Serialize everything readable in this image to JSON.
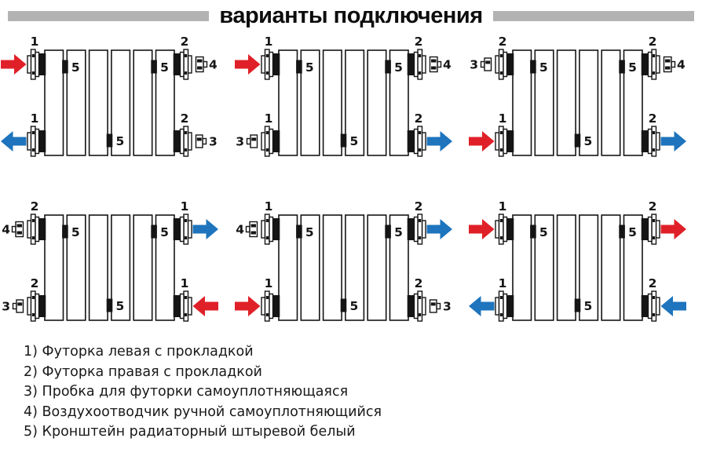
{
  "title": "варианты подключения",
  "colors": {
    "red": "#e02028",
    "blue": "#1e74bd",
    "rule_gray": "#b3b3b3",
    "ink": "#151515"
  },
  "legend": [
    {
      "num": "1)",
      "label": "Футорка левая с прокладкой"
    },
    {
      "num": "2)",
      "label": "Футорка правая с прокладкой"
    },
    {
      "num": "3)",
      "label": "Пробка для футорки самоуплотняющаяся"
    },
    {
      "num": "4)",
      "label": "Воздухоотводчик ручной самоуплотняющийся"
    },
    {
      "num": "5)",
      "label": "Кронштейн радиаторный штыревой белый"
    }
  ],
  "radiator": {
    "sections": 6,
    "bracket_label": "5",
    "bracket_positions": [
      "top-gap-1",
      "top-gap-5",
      "bottom-gap-3"
    ]
  },
  "diagrams": [
    {
      "name": "top-left",
      "corners": {
        "tl": {
          "label": "1",
          "attach": {
            "type": "arrow",
            "color": "red",
            "dir": "right"
          }
        },
        "tr": {
          "label": "2",
          "attach": {
            "type": "vent",
            "label": "4"
          }
        },
        "bl": {
          "label": "1",
          "attach": {
            "type": "arrow",
            "color": "blue",
            "dir": "left"
          }
        },
        "br": {
          "label": "2",
          "attach": {
            "type": "plug",
            "label": "3"
          }
        }
      }
    },
    {
      "name": "top-middle",
      "corners": {
        "tl": {
          "label": "1",
          "attach": {
            "type": "arrow",
            "color": "red",
            "dir": "right"
          }
        },
        "tr": {
          "label": "2",
          "attach": {
            "type": "vent",
            "label": "4"
          }
        },
        "bl": {
          "label": "1",
          "attach": {
            "type": "plug",
            "label": "3"
          }
        },
        "br": {
          "label": "2",
          "attach": {
            "type": "arrow",
            "color": "blue",
            "dir": "right"
          }
        }
      }
    },
    {
      "name": "top-right",
      "corners": {
        "tl": {
          "label": "2",
          "attach": {
            "type": "plug",
            "label": "3"
          }
        },
        "tr": {
          "label": "2",
          "attach": {
            "type": "vent",
            "label": "4"
          }
        },
        "bl": {
          "label": "1",
          "attach": {
            "type": "arrow",
            "color": "red",
            "dir": "right"
          }
        },
        "br": {
          "label": "2",
          "attach": {
            "type": "arrow",
            "color": "blue",
            "dir": "right"
          }
        }
      }
    },
    {
      "name": "bottom-left",
      "corners": {
        "tl": {
          "label": "2",
          "attach": {
            "type": "vent",
            "label": "4"
          }
        },
        "tr": {
          "label": "1",
          "attach": {
            "type": "arrow",
            "color": "blue",
            "dir": "right"
          }
        },
        "bl": {
          "label": "2",
          "attach": {
            "type": "plug",
            "label": "3"
          }
        },
        "br": {
          "label": "1",
          "attach": {
            "type": "arrow",
            "color": "red",
            "dir": "left"
          }
        }
      }
    },
    {
      "name": "bottom-middle",
      "corners": {
        "tl": {
          "label": "1",
          "attach": {
            "type": "vent",
            "label": "4"
          }
        },
        "tr": {
          "label": "2",
          "attach": {
            "type": "arrow",
            "color": "blue",
            "dir": "right"
          }
        },
        "bl": {
          "label": "1",
          "attach": {
            "type": "arrow",
            "color": "red",
            "dir": "right"
          }
        },
        "br": {
          "label": "2",
          "attach": {
            "type": "plug",
            "label": "3"
          }
        }
      }
    },
    {
      "name": "bottom-right",
      "corners": {
        "tl": {
          "label": "1",
          "attach": {
            "type": "arrow",
            "color": "red",
            "dir": "right"
          }
        },
        "tr": {
          "label": "2",
          "attach": {
            "type": "arrow",
            "color": "red",
            "dir": "right"
          }
        },
        "bl": {
          "label": "1",
          "attach": {
            "type": "arrow",
            "color": "blue",
            "dir": "left"
          }
        },
        "br": {
          "label": "2",
          "attach": {
            "type": "arrow",
            "color": "blue",
            "dir": "left"
          }
        }
      }
    }
  ]
}
